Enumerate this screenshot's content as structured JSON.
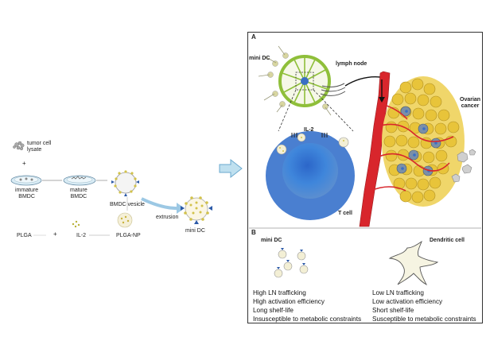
{
  "left_flow": {
    "tumor_lysate": "tumor cell\nlysate",
    "plus_top": "+",
    "immature": "immature\nBMDC",
    "mature": "mature\nBMDC",
    "bmdc_vesicle": "BMDC vesicle",
    "extrusion": "extrusion",
    "mini_dc": "mini DC",
    "plga": "PLGA",
    "plus_mid": "+",
    "il2": "IL-2",
    "plga_np": "PLGA-NP"
  },
  "panel_a": {
    "letter": "A",
    "mini_dc": "mini DC",
    "lymph_node": "lymph node",
    "il2": "IL-2",
    "t_cell": "T cell",
    "ovarian": "Ovarian\ncancer"
  },
  "panel_b": {
    "letter": "B",
    "mini_dc": "mini DC",
    "dendritic": "Dendritic cell",
    "left_traits": [
      "High LN trafficking",
      "High activation efficiency",
      "Long shelf-life",
      "Insusceptible to metabolic constraints"
    ],
    "right_traits": [
      "Low LN trafficking",
      "Low activation efficiency",
      "Short shelf-life",
      "Susceptible to metabolic constraints"
    ]
  },
  "colors": {
    "cell_blue": "#3a6fc4",
    "vessel_red": "#d8262c",
    "tumor_yellow": "#e8c43a",
    "node_green": "#8fbf3a",
    "arrow_blue": "#9cc8e4"
  }
}
